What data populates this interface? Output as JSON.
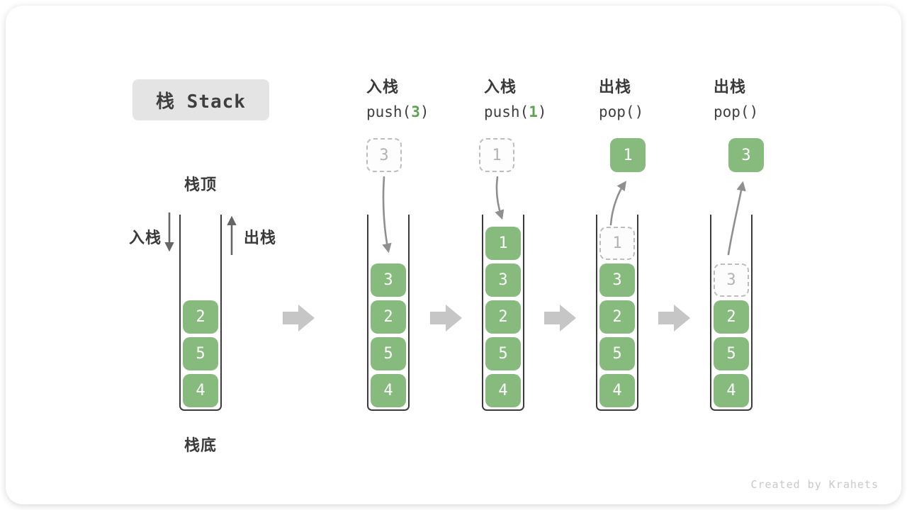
{
  "title": "栈 Stack",
  "stack_labels": {
    "top": "栈顶",
    "bottom": "栈底",
    "push": "入栈",
    "pop": "出栈"
  },
  "operations": [
    {
      "name": "入栈",
      "code_pre": "push(",
      "arg": "3",
      "code_post": ")"
    },
    {
      "name": "入栈",
      "code_pre": "push(",
      "arg": "1",
      "code_post": ")"
    },
    {
      "name": "出栈",
      "code_pre": "pop()",
      "arg": "",
      "code_post": ""
    },
    {
      "name": "出栈",
      "code_pre": "pop()",
      "arg": "",
      "code_post": ""
    }
  ],
  "floating_values": [
    {
      "value": "3",
      "style": "ghost"
    },
    {
      "value": "1",
      "style": "ghost"
    },
    {
      "value": "1",
      "style": "solid"
    },
    {
      "value": "3",
      "style": "solid"
    }
  ],
  "stacks": [
    {
      "cells": [
        {
          "value": "2"
        },
        {
          "value": "5"
        },
        {
          "value": "4"
        }
      ]
    },
    {
      "cells": [
        {
          "value": "3"
        },
        {
          "value": "2"
        },
        {
          "value": "5"
        },
        {
          "value": "4"
        }
      ]
    },
    {
      "cells": [
        {
          "value": "1"
        },
        {
          "value": "3"
        },
        {
          "value": "2"
        },
        {
          "value": "5"
        },
        {
          "value": "4"
        }
      ]
    },
    {
      "cells": [
        {
          "value": "1",
          "ghost": true
        },
        {
          "value": "3"
        },
        {
          "value": "2"
        },
        {
          "value": "5"
        },
        {
          "value": "4"
        }
      ]
    },
    {
      "cells": [
        {
          "value": "3",
          "ghost": true
        },
        {
          "value": "2"
        },
        {
          "value": "5"
        },
        {
          "value": "4"
        }
      ]
    }
  ],
  "watermark": "Created by Krahets",
  "colors": {
    "cell_green": "#86BB7D",
    "code_arg_green": "#5DA352",
    "ghost_gray": "#BDBDBD",
    "block_arrow_gray": "#C6C6C6",
    "curve_arrow_gray": "#8F8F8F",
    "direction_arrow_gray": "#666666",
    "text_dark": "#3F3F3F",
    "title_bg": "#E4E4E4"
  }
}
